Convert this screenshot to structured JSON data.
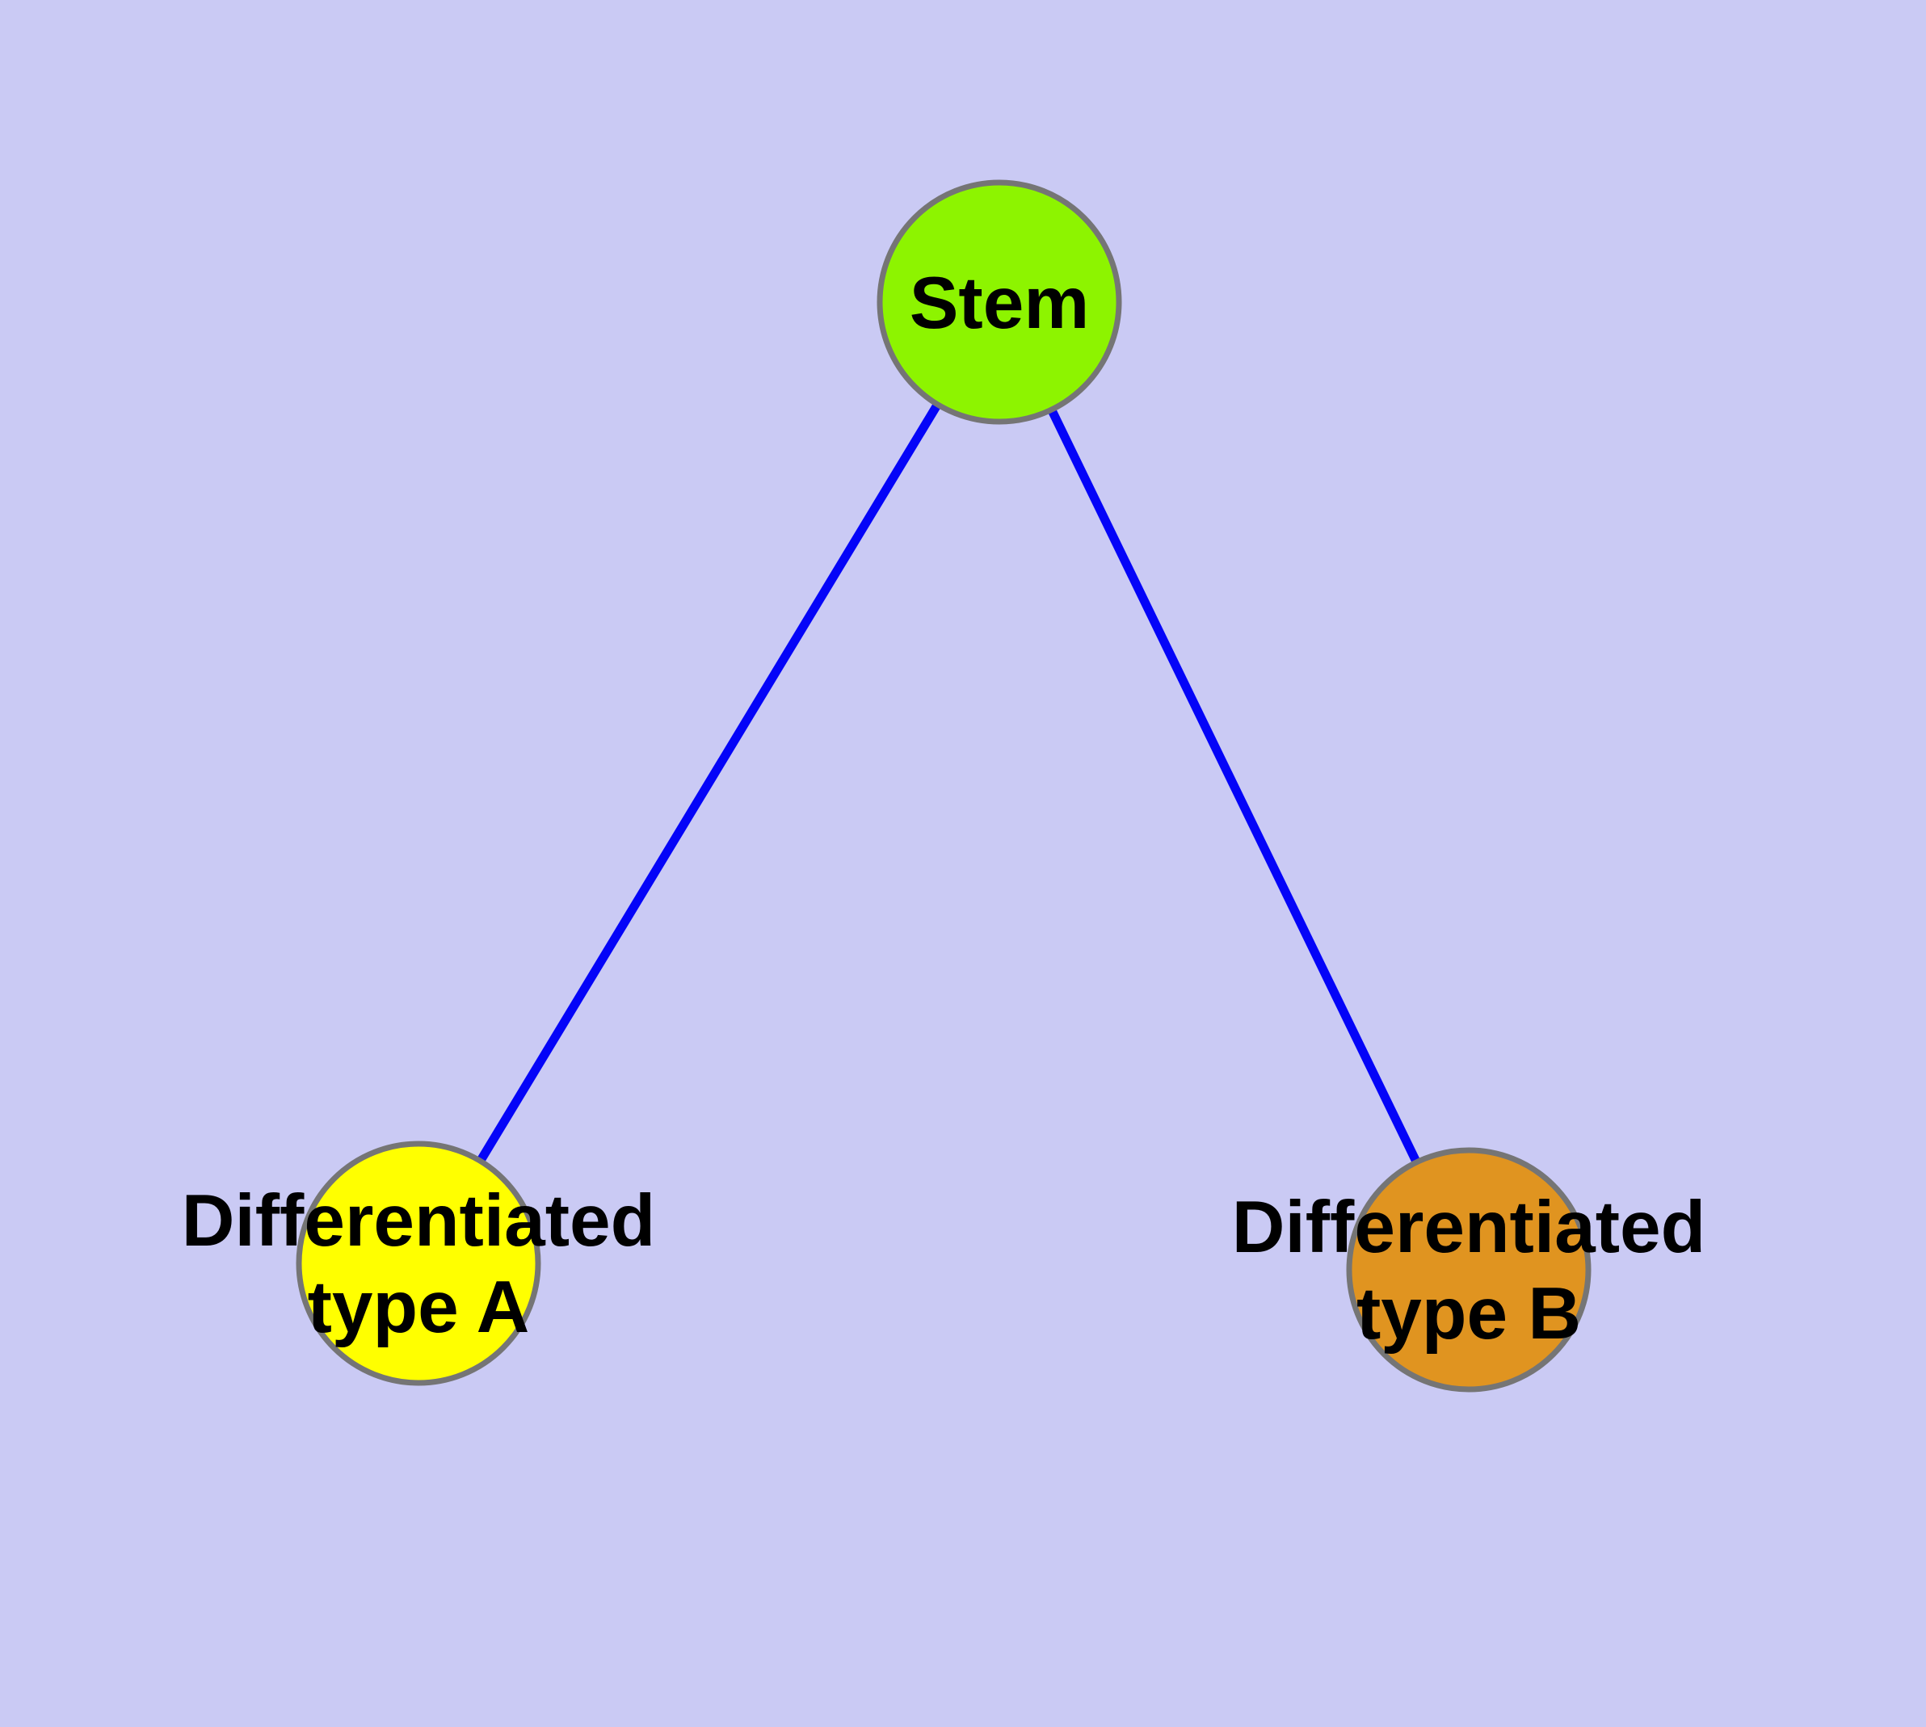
{
  "diagram": {
    "background_color": "#cacaf4",
    "edge_color": "#0404f8",
    "node_border_color": "#757575",
    "label_color": "#000000",
    "nodes": {
      "stem": {
        "label": "Stem",
        "fill": "#8df400"
      },
      "type_a": {
        "label_line1": "Differentiated",
        "label_line2": "type A",
        "fill": "#ffff00"
      },
      "type_b": {
        "label_line1": "Differentiated",
        "label_line2": "type B",
        "fill": "#e09420"
      }
    },
    "edges": [
      {
        "from": "Stem",
        "to": "Differentiated type A"
      },
      {
        "from": "Stem",
        "to": "Differentiated type B"
      }
    ]
  }
}
